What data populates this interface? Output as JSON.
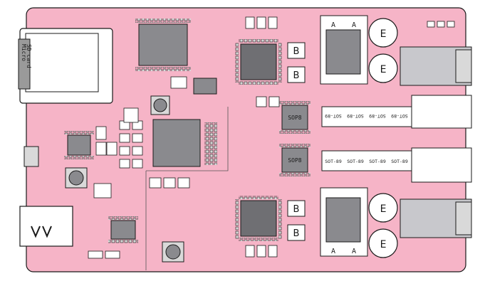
{
  "colors": {
    "board": "#f6b4c7",
    "outline": "#1a1a1a",
    "ic": "#8a8a8e",
    "ic_dark": "#6f6f73",
    "pad": "#d9d9d9",
    "cap_body": "#ffffff",
    "jack": "#c8c8cc"
  },
  "labels": {
    "microsd_line1": "Micro",
    "microsd_line2": "SD card",
    "sop8_top": "SOP8",
    "sop8_bottom": "SOP8",
    "sot89_row_top": [
      "SOT-89",
      "SOT-89",
      "SOT-89",
      "SOT-89"
    ],
    "sot89_row_bottom": [
      "SOT-89",
      "SOT-89",
      "SOT-89",
      "SOT-89"
    ],
    "cap_top_1": "E",
    "cap_top_2": "E",
    "cap_bottom_1": "E",
    "cap_bottom_2": "E",
    "relay_top_left": "A",
    "relay_top_right": "A",
    "relay_bottom_left": "A",
    "relay_bottom_right": "A",
    "block_b_1": "B",
    "block_b_2": "B",
    "block_b_3": "B",
    "block_b_4": "B"
  }
}
